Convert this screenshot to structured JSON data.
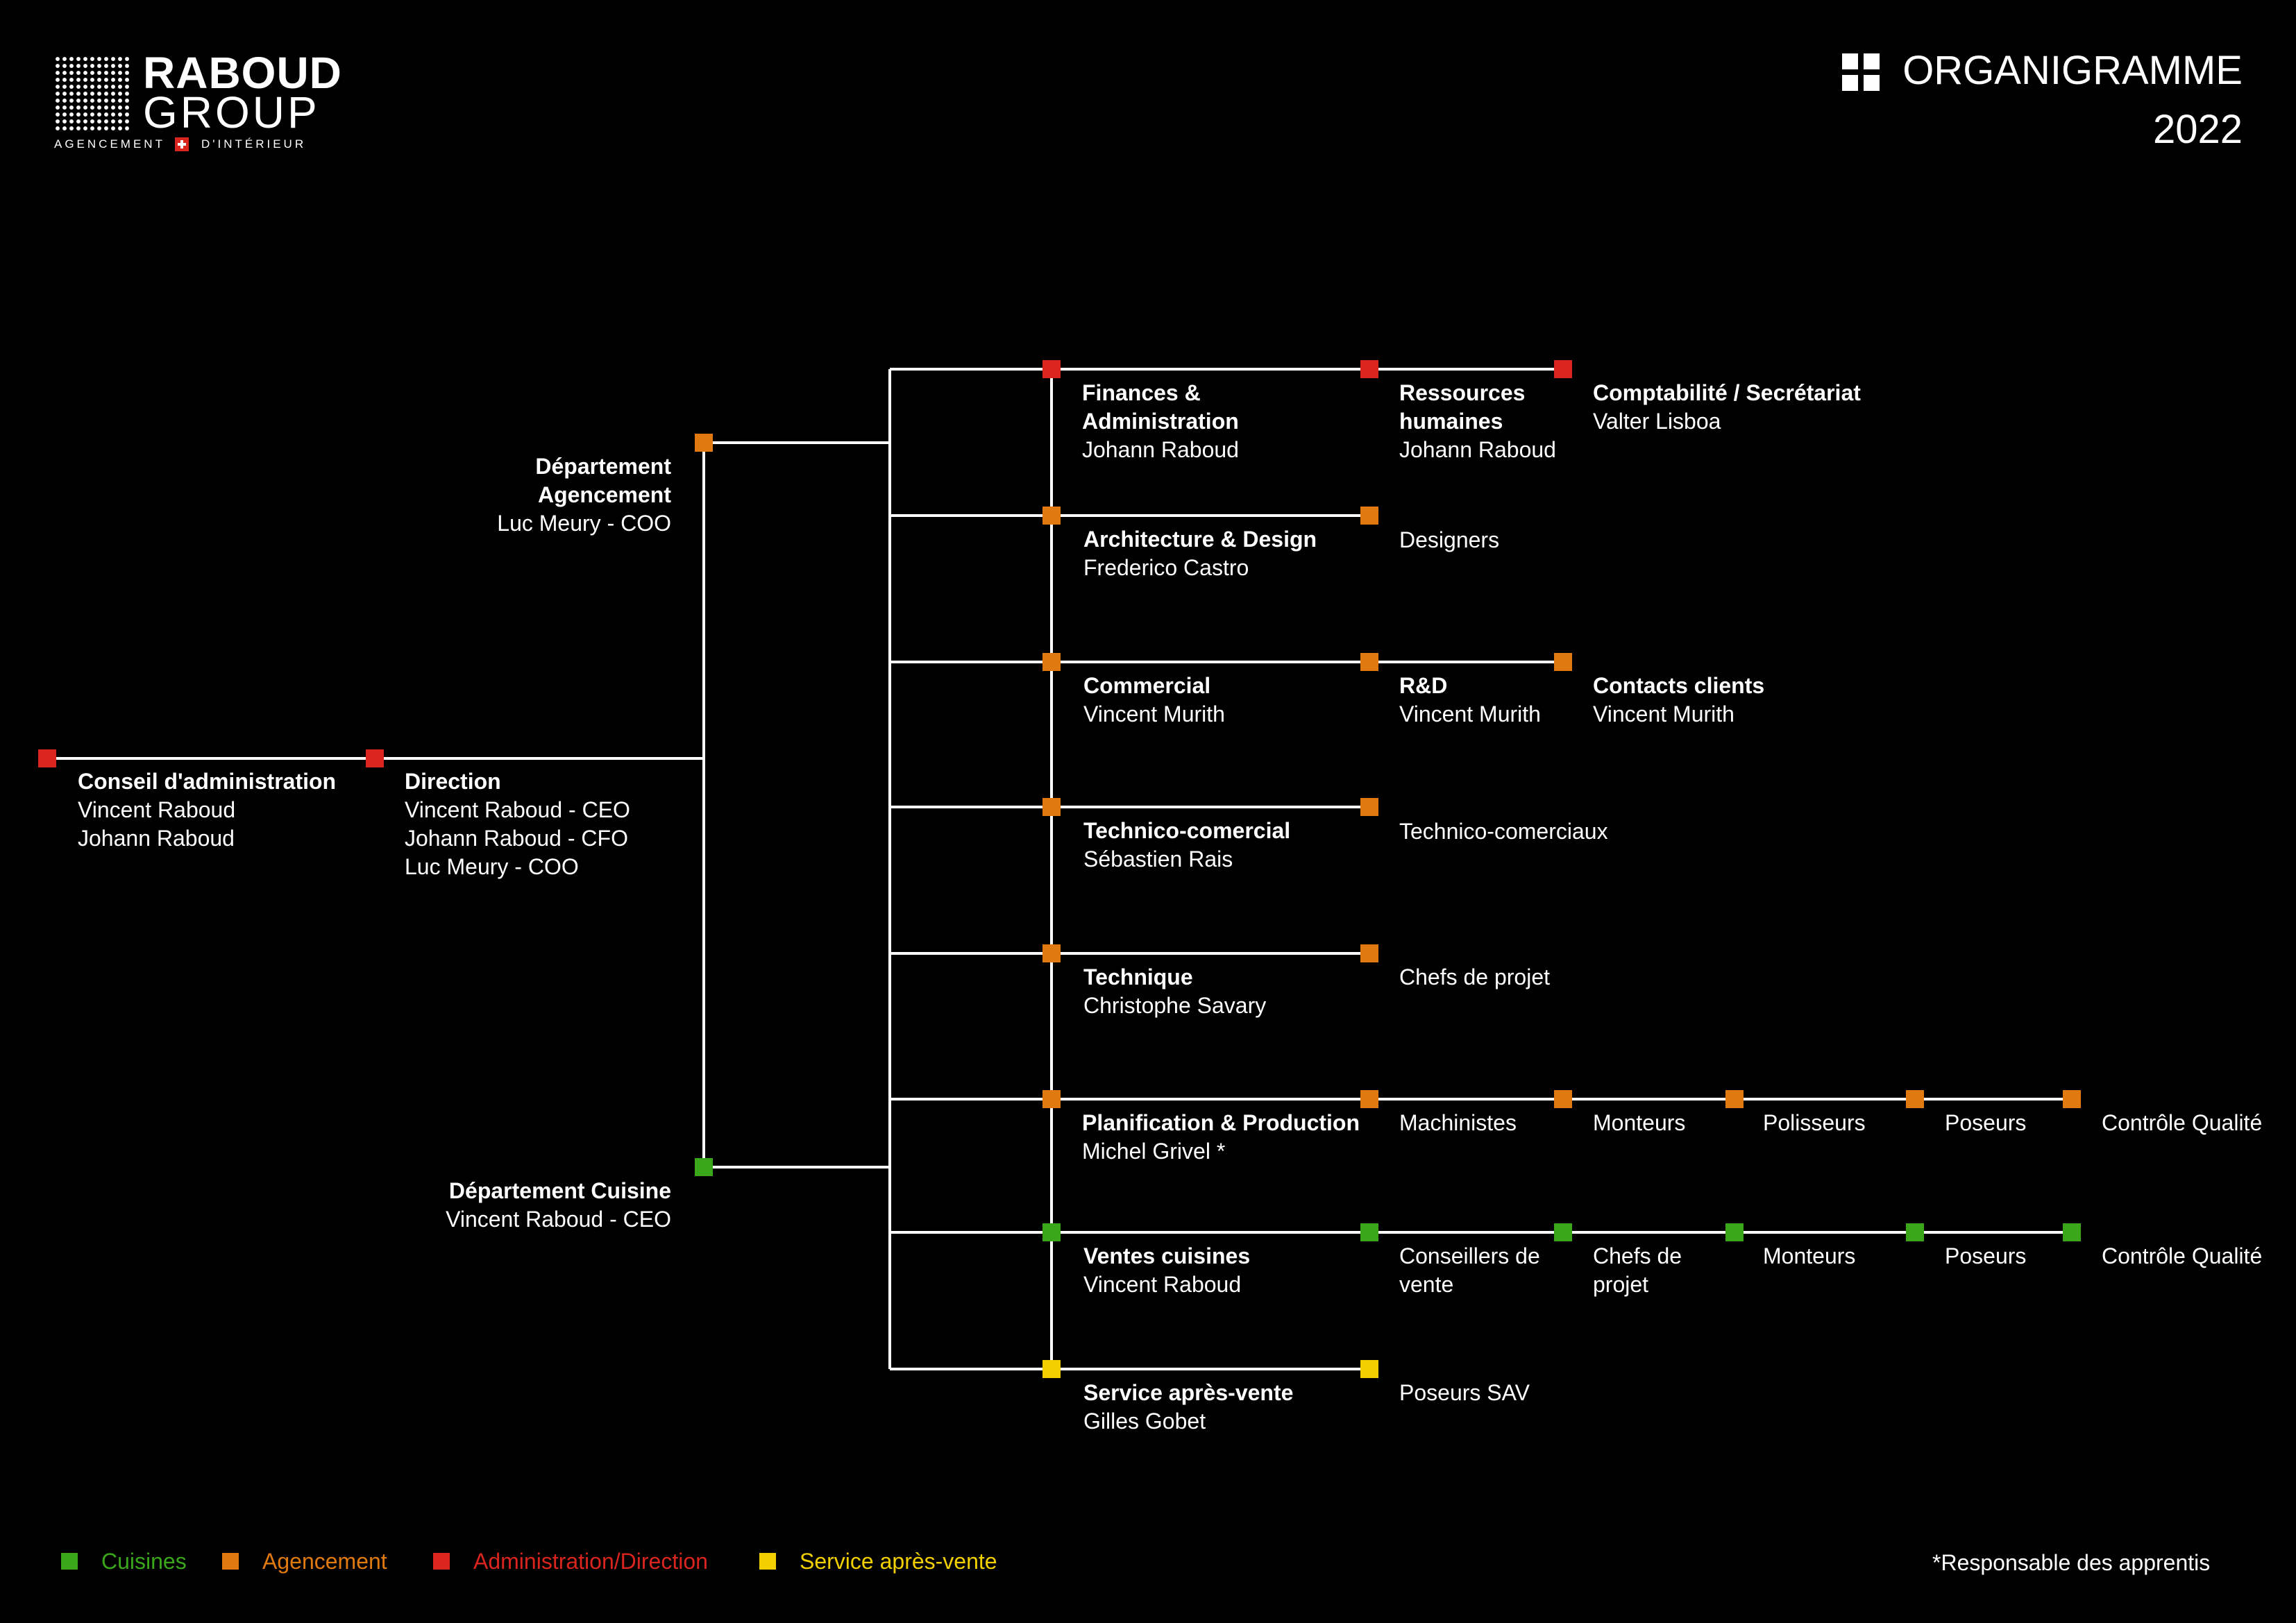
{
  "header": {
    "logo": {
      "name_top": "RABOUD",
      "name_bottom": "GROUP",
      "tagline_left": "AGENCEMENT",
      "tagline_right": "D'INTÉRIEUR"
    },
    "title": "ORGANIGRAMME",
    "year": "2022"
  },
  "colors": {
    "background": "#000000",
    "line": "#ffffff",
    "cuisines": "#3aa61a",
    "agencement": "#e07a10",
    "administration": "#d9251d",
    "sav": "#f2d000"
  },
  "nodes": {
    "conseil": {
      "title": "Conseil d'administration",
      "lines": [
        "Vincent Raboud",
        "Johann Raboud"
      ],
      "category": "administration"
    },
    "direction": {
      "title": "Direction",
      "lines": [
        "Vincent Raboud - CEO",
        "Johann Raboud - CFO",
        "Luc Meury - COO"
      ],
      "category": "administration"
    },
    "dept_agencement": {
      "title_lines": [
        "Département",
        "Agencement"
      ],
      "lines": [
        "Luc Meury - COO"
      ],
      "category": "agencement"
    },
    "dept_cuisine": {
      "title": "Département Cuisine",
      "lines": [
        "Vincent Raboud - CEO"
      ],
      "category": "cuisines"
    },
    "finances": {
      "title_lines": [
        "Finances &",
        "Administration"
      ],
      "lines": [
        "Johann Raboud"
      ],
      "category": "administration"
    },
    "rh": {
      "title_lines": [
        "Ressources",
        "humaines"
      ],
      "lines": [
        "Johann Raboud"
      ],
      "category": "administration"
    },
    "compta": {
      "title": "Comptabilité / Secrétariat",
      "lines": [
        "Valter Lisboa"
      ],
      "category": "administration"
    },
    "archi": {
      "title": "Architecture & Design",
      "lines": [
        "Frederico Castro"
      ],
      "category": "agencement"
    },
    "designers": {
      "lines": [
        "Designers"
      ],
      "category": "agencement"
    },
    "commercial": {
      "title": "Commercial",
      "lines": [
        "Vincent Murith"
      ],
      "category": "agencement"
    },
    "rd": {
      "title": "R&D",
      "lines": [
        "Vincent Murith"
      ],
      "category": "agencement"
    },
    "contacts": {
      "title": "Contacts clients",
      "lines": [
        "Vincent Murith"
      ],
      "category": "agencement"
    },
    "techcom": {
      "title": "Technico-comercial",
      "lines": [
        "Sébastien Rais"
      ],
      "category": "agencement"
    },
    "techcomx": {
      "lines": [
        "Technico-comerciaux"
      ],
      "category": "agencement"
    },
    "technique": {
      "title": "Technique",
      "lines": [
        "Christophe Savary"
      ],
      "category": "agencement"
    },
    "chefs": {
      "lines": [
        "Chefs de projet"
      ],
      "category": "agencement"
    },
    "planif": {
      "title": "Planification & Production",
      "lines": [
        "Michel Grivel *"
      ],
      "category": "agencement"
    },
    "machinistes": {
      "lines": [
        "Machinistes"
      ],
      "category": "agencement"
    },
    "monteurs_a": {
      "lines": [
        "Monteurs"
      ],
      "category": "agencement"
    },
    "polisseurs": {
      "lines": [
        "Polisseurs"
      ],
      "category": "agencement"
    },
    "poseurs_a": {
      "lines": [
        "Poseurs"
      ],
      "category": "agencement"
    },
    "qualite_a": {
      "lines": [
        "Contrôle Qualité"
      ],
      "category": "agencement"
    },
    "ventes": {
      "title": "Ventes cuisines",
      "lines": [
        "Vincent Raboud"
      ],
      "category": "cuisines"
    },
    "conseillers": {
      "lines": [
        "Conseillers de",
        "vente"
      ],
      "category": "cuisines"
    },
    "chefs_c": {
      "lines": [
        "Chefs de",
        "projet"
      ],
      "category": "cuisines"
    },
    "monteurs_c": {
      "lines": [
        "Monteurs"
      ],
      "category": "cuisines"
    },
    "poseurs_c": {
      "lines": [
        "Poseurs"
      ],
      "category": "cuisines"
    },
    "qualite_c": {
      "lines": [
        "Contrôle Qualité"
      ],
      "category": "cuisines"
    },
    "sav": {
      "title": "Service après-vente",
      "lines": [
        "Gilles Gobet"
      ],
      "category": "sav"
    },
    "poseurs_sav": {
      "lines": [
        "Poseurs SAV"
      ],
      "category": "sav"
    }
  },
  "legend": [
    {
      "label": "Cuisines",
      "category": "cuisines"
    },
    {
      "label": "Agencement",
      "category": "agencement"
    },
    {
      "label": "Administration/Direction",
      "category": "administration"
    },
    {
      "label": "Service après-vente",
      "category": "sav"
    }
  ],
  "footnote": "*Responsable des apprentis"
}
